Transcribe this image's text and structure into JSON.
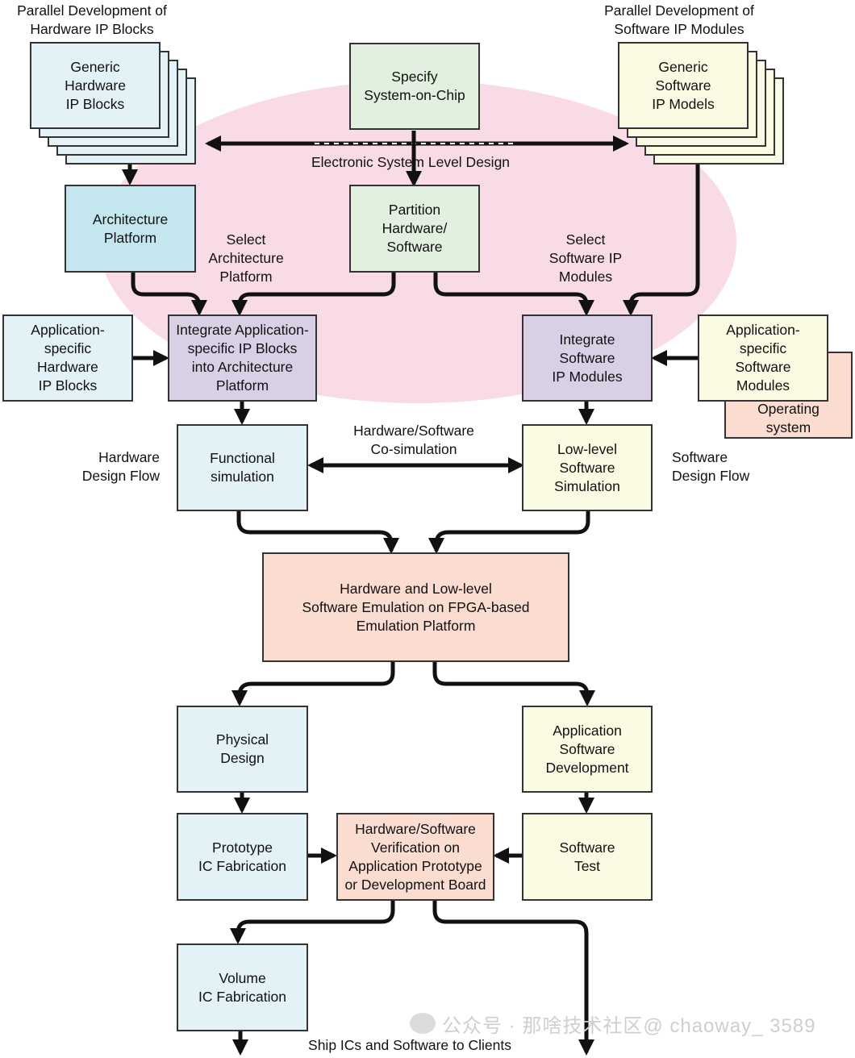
{
  "colors": {
    "ellipse": "#f9dbe7",
    "arrow": "#111111",
    "hardware_box": "#e3f2f6",
    "architecture_box": "#c4e6ef",
    "system_box": "#e2f0df",
    "software_box": "#fbfbe4",
    "integration_box": "#d9d0e6",
    "emulation_box": "#fbdcd0"
  },
  "labels": {
    "hw_parallel": "Parallel Development of\nHardware IP Blocks",
    "sw_parallel": "Parallel Development of\nSoftware IP Modules",
    "esl": "Electronic System Level Design",
    "select_arch": "Select\nArchitecture\nPlatform",
    "select_sw": "Select\nSoftware IP\nModules",
    "hw_flow": "Hardware\nDesign Flow",
    "sw_flow": "Software\nDesign Flow",
    "cosim": "Hardware/Software\nCo-simulation",
    "ship": "Ship ICs and Software to Clients"
  },
  "boxes": {
    "generic_hw": "Generic\nHardware\nIP Blocks",
    "specify_soc": "Specify\nSystem-on-Chip",
    "generic_sw": "Generic\nSoftware\nIP Models",
    "arch_platform": "Architecture\nPlatform",
    "partition": "Partition\nHardware/\nSoftware",
    "app_hw": "Application-\nspecific\nHardware\nIP Blocks",
    "integrate_app": "Integrate Application-\nspecific IP Blocks\ninto Architecture\nPlatform",
    "integrate_sw": "Integrate\nSoftware\nIP Modules",
    "app_sw": "Application-\nspecific\nSoftware\nModules",
    "os": "Operating\nsystem",
    "functional_sim": "Functional\nsimulation",
    "lowlevel_sim": "Low-level\nSoftware\nSimulation",
    "emulation": "Hardware and Low-level\nSoftware Emulation on FPGA-based\nEmulation Platform",
    "physical": "Physical\nDesign",
    "app_sw_dev": "Application\nSoftware\nDevelopment",
    "prototype": "Prototype\nIC Fabrication",
    "verification": "Hardware/Software\nVerification on\nApplication Prototype\nor Development Board",
    "sw_test": "Software\nTest",
    "volume": "Volume\nIC Fabrication"
  },
  "watermark": "公众号 · 那啥技术社区@ chaoway_ 3589"
}
